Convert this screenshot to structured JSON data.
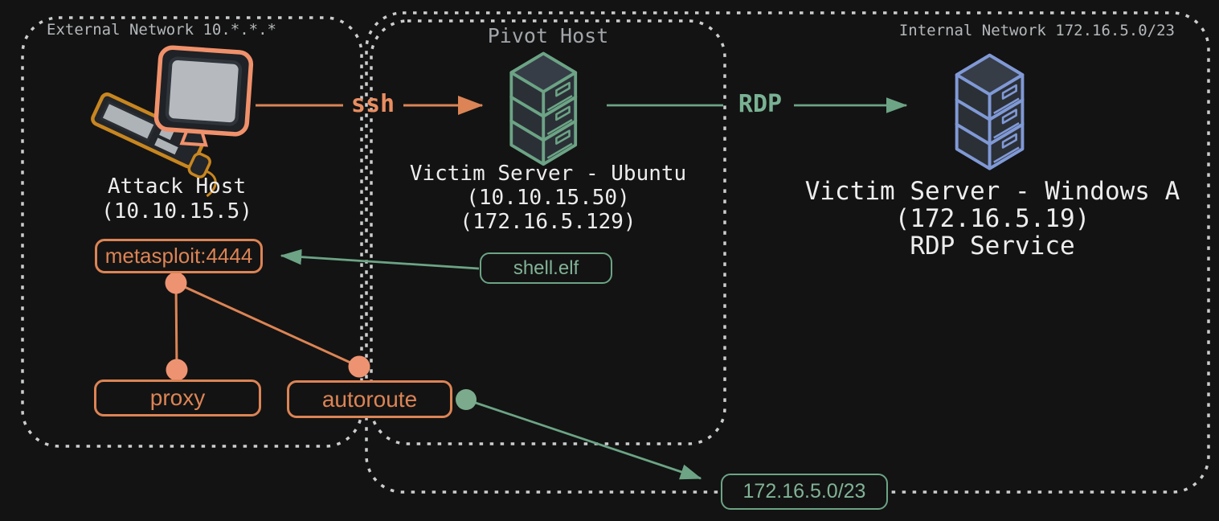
{
  "colors": {
    "background": "#131313",
    "dashed_border": "#CBCDCE",
    "orange": "#DC8455",
    "orange_dot": "#EE9371",
    "green": "#6CA485",
    "green_text": "#81B296",
    "blue": "#8099D6",
    "text_white": "#EDEDED",
    "text_muted": "#B4B8BB"
  },
  "icons": {
    "attack_host": "workstation-monitor-keyboard-icon",
    "pivot_server": "server-stack-icon",
    "windows_server": "server-stack-icon"
  },
  "regions": {
    "external": {
      "label": "External Network 10.*.*.*"
    },
    "pivot": {
      "label": "Pivot Host"
    },
    "internal": {
      "label": "Internal Network 172.16.5.0/23"
    }
  },
  "hosts": {
    "attack": {
      "name": "Attack Host",
      "ip": "(10.10.15.5)"
    },
    "ubuntu": {
      "name": "Victim Server - Ubuntu",
      "ip1": "(10.10.15.50)",
      "ip2": "(172.16.5.129)"
    },
    "windows": {
      "name": "Victim Server - Windows A",
      "ip": "(172.16.5.19)",
      "service": "RDP Service"
    }
  },
  "nodes": {
    "metasploit": "metasploit:4444",
    "proxy": "proxy",
    "autoroute": "autoroute",
    "shell": "shell.elf",
    "subnet": "172.16.5.0/23"
  },
  "connections": {
    "ssh": "ssh",
    "rdp": "RDP"
  }
}
